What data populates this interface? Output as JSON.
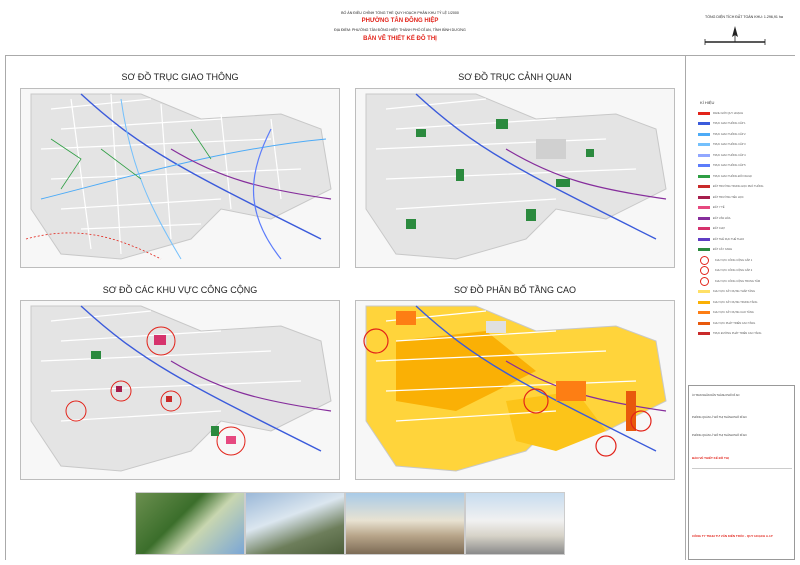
{
  "header": {
    "line1": "BỐ ÁN ĐIỀU CHỈNH TỔNG THỂ QUY HOẠCH PHÂN KHU TỶ LỆ 1/2000",
    "line2": "PHƯỜNG TÂN ĐÔNG HIỆP",
    "line3": "ĐỊA ĐIỂM: PHƯỜNG TÂN ĐÔNG HIỆP, THÀNH PHỐ DĨ AN, TỈNH BÌNH DƯƠNG",
    "line4": "BẢN VẼ THIẾT KẾ ĐÔ THỊ"
  },
  "scale": {
    "label": "TỔNG DIỆN TÍCH ĐẤT TOÀN KHU: 1.296,91 ha"
  },
  "panels": [
    {
      "title": "SƠ ĐỒ TRỤC GIAO THÔNG"
    },
    {
      "title": "SƠ ĐỒ TRỤC CẢNH QUAN"
    },
    {
      "title": "SƠ ĐỒ CÁC KHU VỰC CÔNG CỘNG"
    },
    {
      "title": "SƠ ĐỒ PHÂN BỐ TẦNG CAO"
    }
  ],
  "legend": {
    "title": "KÍ HIỆU",
    "items": [
      {
        "label": "RANH GIỚI QUY HOẠCH",
        "color": "#e2231a"
      },
      {
        "label": "TRỤC GIAO THÔNG CẤP 1",
        "color": "#3b5bdb"
      },
      {
        "label": "TRỤC GIAO THÔNG CẤP 2",
        "color": "#4dabf7"
      },
      {
        "label": "TRỤC GIAO THÔNG CẤP 3",
        "color": "#74c0fc"
      },
      {
        "label": "TRỤC GIAO THÔNG CẤP 4",
        "color": "#91a7ff"
      },
      {
        "label": "TRỤC GIAO THÔNG CẤP 5",
        "color": "#5c7cfa"
      },
      {
        "label": "TRỤC GIAO THÔNG ĐỐI NGOẠI",
        "color": "#2f9e44"
      },
      {
        "label": "ĐẤT TRƯỜNG TRUNG HỌC PHỔ THÔNG",
        "color": "#c92a2a"
      },
      {
        "label": "ĐẤT TRƯỜNG TIỂU HỌC",
        "color": "#a61e4d"
      },
      {
        "label": "ĐẤT Y TẾ",
        "color": "#e64980"
      },
      {
        "label": "ĐẤT VĂN HÓA",
        "color": "#862e9c"
      },
      {
        "label": "ĐẤT CHỢ",
        "color": "#d6336c"
      },
      {
        "label": "ĐẤT THỂ DỤC THỂ THAO",
        "color": "#5f3dc4"
      },
      {
        "label": "ĐẤT CÂY XANH",
        "color": "#2b8a3e"
      },
      {
        "label": "KHU VỰC CÔNG CỘNG CẤP 1",
        "color": "#e2231a"
      },
      {
        "label": "KHU VỰC CÔNG CỘNG CẤP 2",
        "color": "#e2231a"
      },
      {
        "label": "KHU VỰC CÔNG CỘNG TRUNG TÂM",
        "color": "#e2231a"
      },
      {
        "label": "KHU VỰC XÂY DỰNG THẤP TẦNG",
        "color": "#ffe066"
      },
      {
        "label": "KHU VỰC XÂY DỰNG TRUNG TẦNG",
        "color": "#fab005"
      },
      {
        "label": "KHU VỰC XÂY DỰNG CAO TẦNG",
        "color": "#fd7e14"
      },
      {
        "label": "KHU VỰC PHÁT TRIỂN CAO TẦNG",
        "color": "#e8590c"
      },
      {
        "label": "TRỤC ĐƯỜNG PHÁT TRIỂN CAO TẦNG",
        "color": "#c92a2a"
      }
    ]
  },
  "titleblock": {
    "org1": "ỦY BAN NHÂN DÂN THÀNH PHỐ DĨ AN",
    "org2": "PHÒNG QUẢN LÝ ĐÔ THỊ THÀNH PHỐ DĨ AN",
    "org3": "PHÒNG QUẢN LÝ ĐÔ THỊ THÀNH PHỐ DĨ AN",
    "drawing": "BẢN VẼ THIẾT KẾ ĐÔ THỊ",
    "company": "CÔNG TY TNHH TƯ VẤN KIẾN TRÚC - QUY HOẠCH A.I.P"
  }
}
